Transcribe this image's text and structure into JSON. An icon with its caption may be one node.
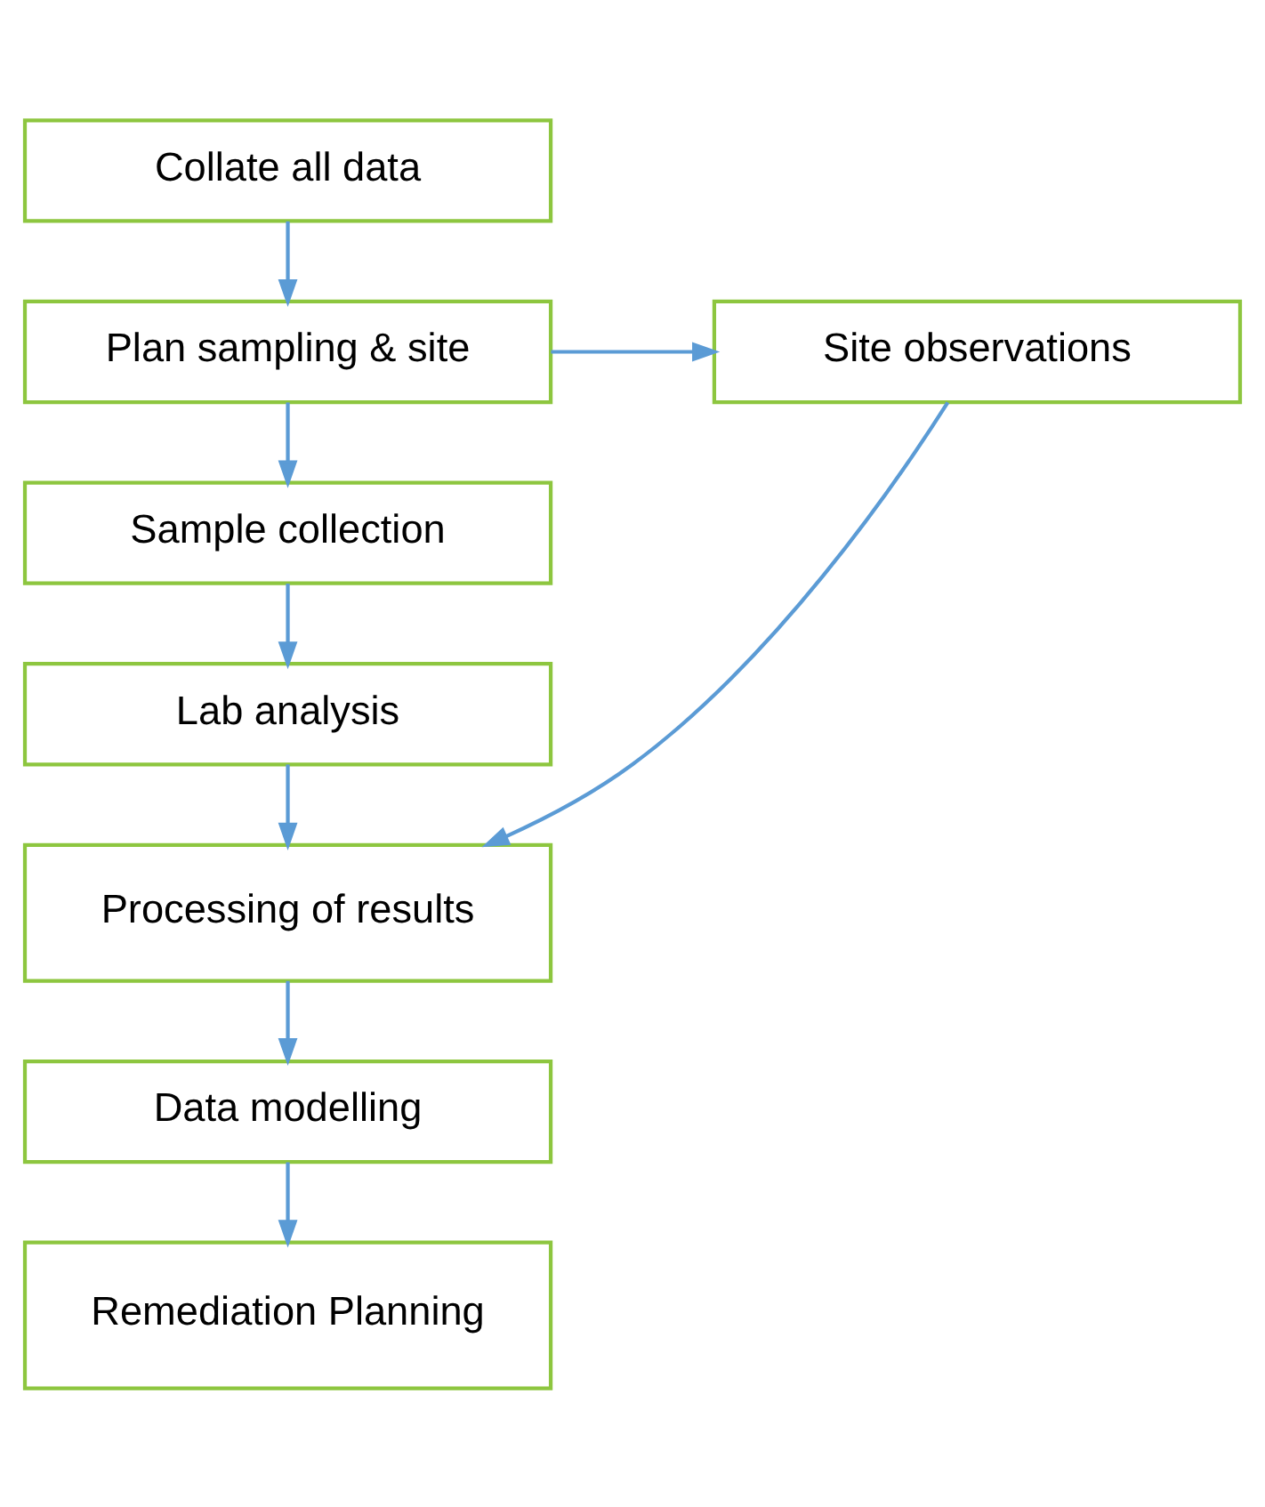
{
  "diagram": {
    "nodes": [
      {
        "text": [
          "Collate all data"
        ]
      },
      {
        "text": [
          "Plan sampling & site"
        ]
      },
      {
        "text": [
          "Site observations"
        ]
      },
      {
        "text": [
          "Sample collection"
        ]
      },
      {
        "text": [
          "Lab analysis"
        ]
      },
      {
        "text": [
          "Processing of results"
        ]
      },
      {
        "text": [
          "Data modelling"
        ]
      },
      {
        "text": [
          "Remediation Planning"
        ]
      }
    ],
    "edges": [
      {
        "from": 0,
        "to": 1,
        "arrow": "to"
      },
      {
        "from": 1,
        "to": 2,
        "arrow": "to"
      },
      {
        "from": 1,
        "to": 3,
        "arrow": "to"
      },
      {
        "from": 3,
        "to": 4,
        "arrow": "to"
      },
      {
        "from": 4,
        "to": 5,
        "arrow": "to"
      },
      {
        "from": 2,
        "to": 5,
        "arrow": "to"
      },
      {
        "from": 5,
        "to": 6,
        "arrow": "to"
      },
      {
        "from": 6,
        "to": 7,
        "arrow": "to"
      }
    ]
  }
}
